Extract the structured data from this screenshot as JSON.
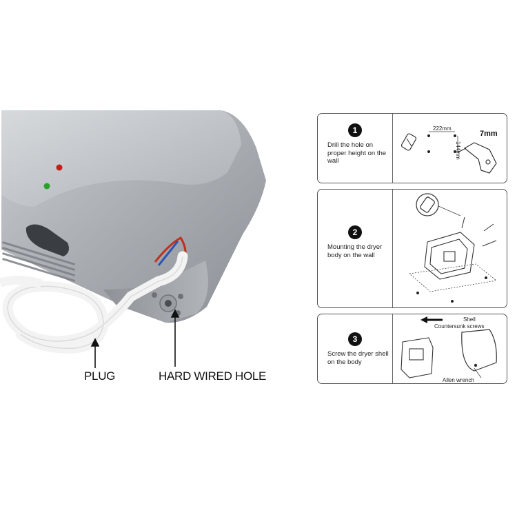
{
  "callouts": {
    "plug": "PLUG",
    "hard_wired_hole": "HARD WIRED HOLE"
  },
  "steps": [
    {
      "number": "1",
      "text": "Drill the hole on proper height on the wall",
      "annotations": {
        "width": "222mm",
        "height": "144mm",
        "drill_size": "7mm"
      }
    },
    {
      "number": "2",
      "text": "Mounting the dryer body on the wall"
    },
    {
      "number": "3",
      "text": "Screw the dryer shell on the body",
      "annotations": {
        "shell": "Shell",
        "countersunk_screws": "Countersunk screws",
        "allen_wrench": "Allen wrench"
      }
    }
  ],
  "colors": {
    "indicator_red": "#c0201a",
    "indicator_green": "#2aa12a",
    "body_silver": "#b8bcc0"
  }
}
